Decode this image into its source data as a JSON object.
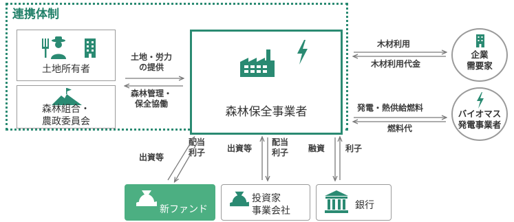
{
  "frame": {
    "title": "連携体制"
  },
  "landowner": {
    "label": "土地所有者",
    "icons": [
      "farmer-icon",
      "building-icon"
    ]
  },
  "forest_assoc": {
    "label_line1": "森林組合・",
    "label_line2": "農政委員会",
    "icons": [
      "mountain-flag-icon"
    ]
  },
  "left_flows": {
    "top_line1": "土地・労力",
    "top_line2": "の提供",
    "bottom_line1": "森林管理・",
    "bottom_line2": "保全協働"
  },
  "main": {
    "label": "森林保全事業者",
    "icons": [
      "factory-icon",
      "lightning-icon"
    ]
  },
  "timber_flows": {
    "top": "木材利用",
    "bottom": "木材利用代金"
  },
  "power_flows": {
    "top": "発電・熱供給燃料",
    "bottom": "燃料代"
  },
  "enterprise": {
    "line1": "企業",
    "line2": "需要家",
    "icons": [
      "building-icon"
    ]
  },
  "biomass": {
    "line1": "バイオマス",
    "line2": "発電事業者",
    "icons": [
      "lightning-icon"
    ]
  },
  "bottom_flows": {
    "fund_out": "出資等",
    "fund_in_line1": "配当",
    "fund_in_line2": "利子",
    "invest_out": "出資等",
    "invest_in_line1": "配当",
    "invest_in_line2": "利子",
    "bank_out": "融資",
    "bank_in": "利子"
  },
  "new_fund": {
    "label": "新ファンド",
    "icons": [
      "money-bag-icon"
    ]
  },
  "investor": {
    "line1": "投資家",
    "line2": "事業会社",
    "icons": [
      "money-bag-icon"
    ]
  },
  "bank": {
    "label": "銀行",
    "icons": [
      "bank-icon"
    ]
  },
  "colors": {
    "teal": "#2a8a72",
    "gray": "#9a9a9a",
    "fund_green": "#4caf82"
  }
}
